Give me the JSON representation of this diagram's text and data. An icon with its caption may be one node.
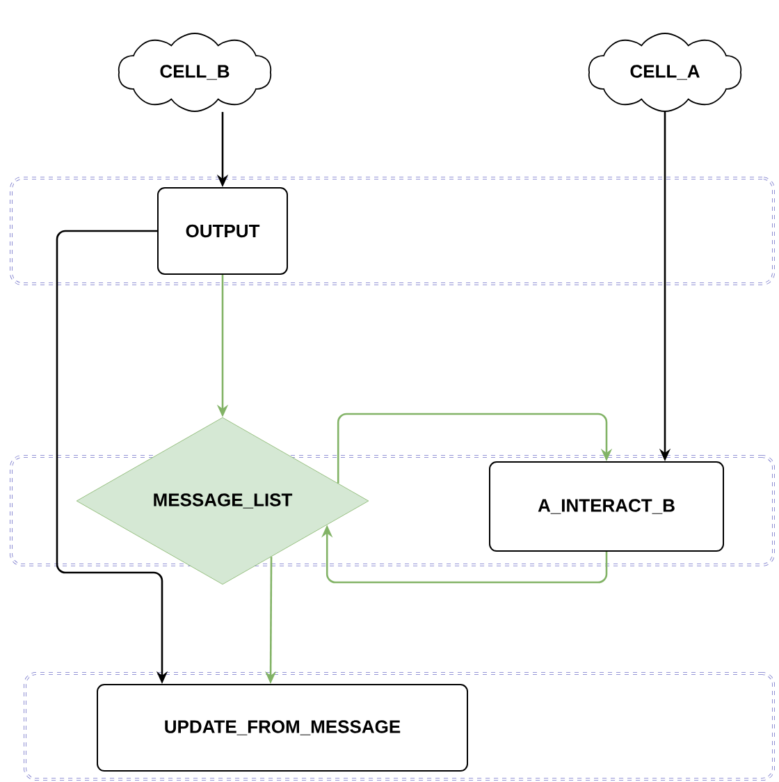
{
  "diagram": {
    "nodes": [
      {
        "text": [
          "CELL_B"
        ]
      },
      {
        "text": [
          "CELL_A"
        ]
      },
      {
        "text": [],
        "shape": "box"
      },
      {
        "text": [
          "OUTPUT"
        ],
        "in": 2
      },
      {
        "text": [],
        "shape": "box"
      },
      {
        "text": [
          "MESSAGE_LIST"
        ]
      },
      {
        "text": [
          "A_INTERACT_B"
        ],
        "in": 4
      },
      {
        "text": [],
        "shape": "box"
      },
      {
        "text": [
          "UPDATE_FROM_MESSAGE"
        ],
        "in": 7
      }
    ],
    "edges": [
      {
        "from": 0,
        "to": 3,
        "arrow": "to",
        "color": "#000000"
      },
      {
        "from": 1,
        "to": 6,
        "arrow": "to",
        "color": "#000000"
      },
      {
        "from": 3,
        "to": 8,
        "arrow": "to",
        "color": "#000000"
      },
      {
        "from": 3,
        "to": 5,
        "arrow": "to"
      },
      {
        "from": 5,
        "to": 6,
        "arrow": "to"
      },
      {
        "from": 6,
        "to": 5,
        "arrow": "to"
      },
      {
        "from": 5,
        "to": 8,
        "arrow": "to"
      }
    ]
  }
}
